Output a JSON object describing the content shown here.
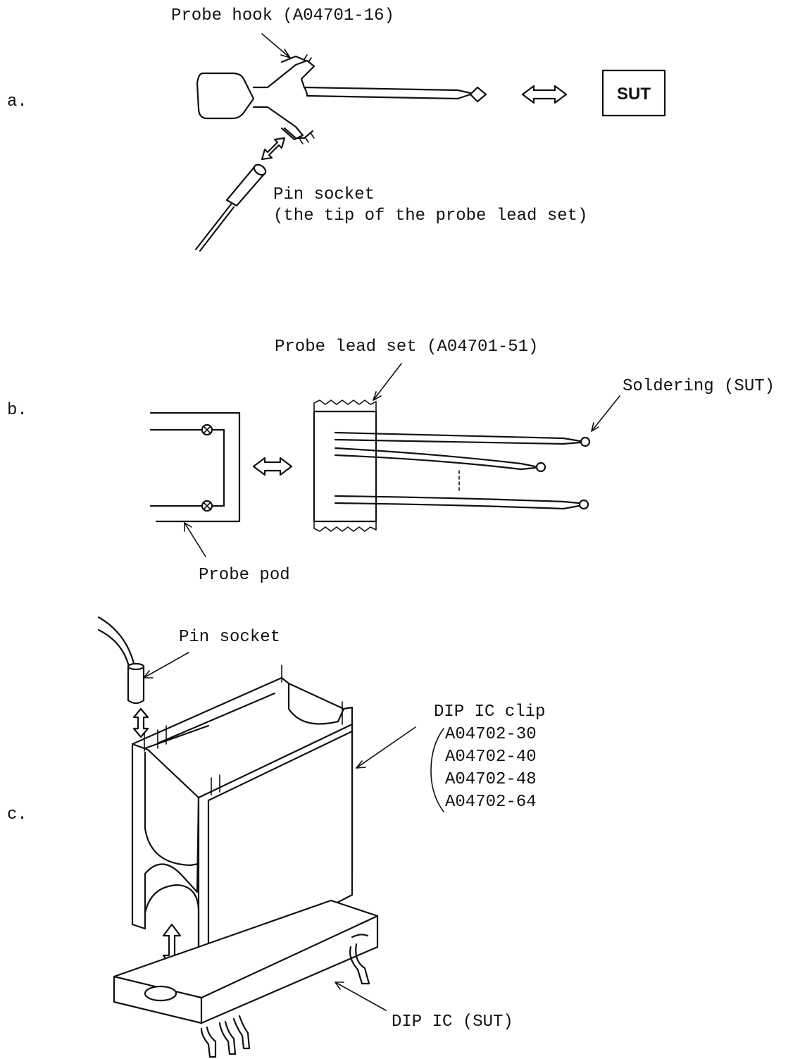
{
  "figure_a": {
    "marker": "a.",
    "probe_hook_label": "Probe hook (A04701-16)",
    "sut_label": "SUT",
    "pin_socket_label": "Pin socket",
    "pin_socket_desc": "(the tip of the probe lead set)"
  },
  "figure_b": {
    "marker": "b.",
    "probe_lead_set_label": "Probe lead set (A04701-51)",
    "soldering_label": "Soldering (SUT)",
    "probe_pod_label": "Probe pod"
  },
  "figure_c": {
    "marker": "c.",
    "pin_socket_label": "Pin socket",
    "dip_clip_title": "DIP IC clip",
    "dip_clip_models": [
      "A04702-30",
      "A04702-40",
      "A04702-48",
      "A04702-64"
    ],
    "dip_ic_label": "DIP IC (SUT)"
  }
}
